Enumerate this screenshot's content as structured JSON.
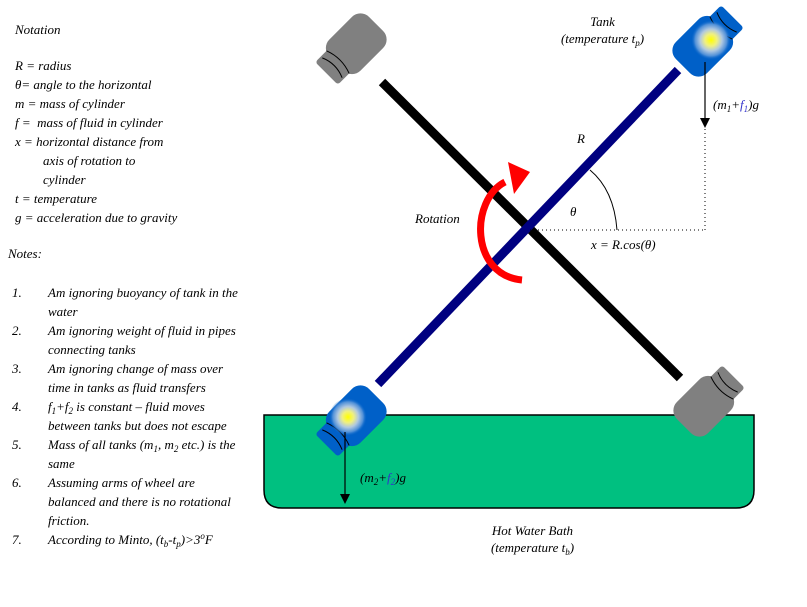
{
  "notation": {
    "title": "Notation",
    "items": [
      {
        "symbol": "R",
        "sep": " = ",
        "text": "radius"
      },
      {
        "symbol": "θ",
        "sep": "= ",
        "text": "angle to the horizontal"
      },
      {
        "symbol": "m",
        "sep": " = ",
        "text": "mass of cylinder"
      },
      {
        "symbol": "f",
        "sep": " =  ",
        "text": "mass of fluid in cylinder"
      },
      {
        "symbol": "x",
        "sep": " = ",
        "text": "horizontal distance from"
      },
      {
        "continuation": "axis of rotation to"
      },
      {
        "continuation": "cylinder"
      },
      {
        "symbol": "t",
        "sep": " = ",
        "text": "temperature"
      },
      {
        "symbol": "g",
        "sep": " = ",
        "text": "acceleration due to gravity"
      }
    ]
  },
  "notes": {
    "title": "Notes:",
    "items": [
      {
        "num": "1.",
        "text": "Am ignoring buoyancy of tank in the water"
      },
      {
        "num": "2.",
        "text": "Am ignoring weight of fluid in pipes connecting tanks"
      },
      {
        "num": "3.",
        "text": "Am ignoring change of mass over time in tanks as fluid transfers"
      },
      {
        "num": "4.",
        "f1": "f",
        "f1_sub": "1",
        "plus": "+",
        "f2": "f",
        "f2_sub": "2",
        "text": " is constant – fluid moves between tanks but does not escape"
      },
      {
        "num": "5.",
        "text_a": "Mass of all tanks (m",
        "sub_a": "1",
        "text_b": ", m",
        "sub_b": "2",
        "text_c": " etc.) is the same"
      },
      {
        "num": "6.",
        "text": "Assuming arms of wheel are balanced and there is no rotational friction."
      },
      {
        "num": "7.",
        "text_a": "According to Minto, (t",
        "sub_a": "b",
        "text_b": "-t",
        "sub_b": "p",
        "text_c": ")>3",
        "sup": "o",
        "text_d": "F"
      }
    ]
  },
  "diagram": {
    "tank_label": {
      "line1": "Tank",
      "line2_a": "(temperature t",
      "line2_sub": "p",
      "line2_b": ")"
    },
    "bath_label": {
      "line1": "Hot Water Bath",
      "line2_a": "(temperature t",
      "line2_sub": "b",
      "line2_b": ")"
    },
    "rotation_label": "Rotation",
    "radius_label": "R",
    "theta_label": "θ",
    "x_formula": "x = R.cos(θ)",
    "force_top": {
      "open": "(m",
      "m_sub": "1",
      "plus": "+",
      "f": "f",
      "f_sub": "1",
      "close": ")g"
    },
    "force_bottom": {
      "open": "(m",
      "m_sub": "2",
      "plus": "+",
      "f": "f",
      "f_sub": "2",
      "close": ")g"
    },
    "colors": {
      "water": "#00c080",
      "tank_hot": "#0060c8",
      "tank_cold": "#808080",
      "arm_blue": "#000080",
      "arm_black": "#000000",
      "rotation_arrow": "#ff0000",
      "fluid_symbol": "#3333cc"
    }
  }
}
